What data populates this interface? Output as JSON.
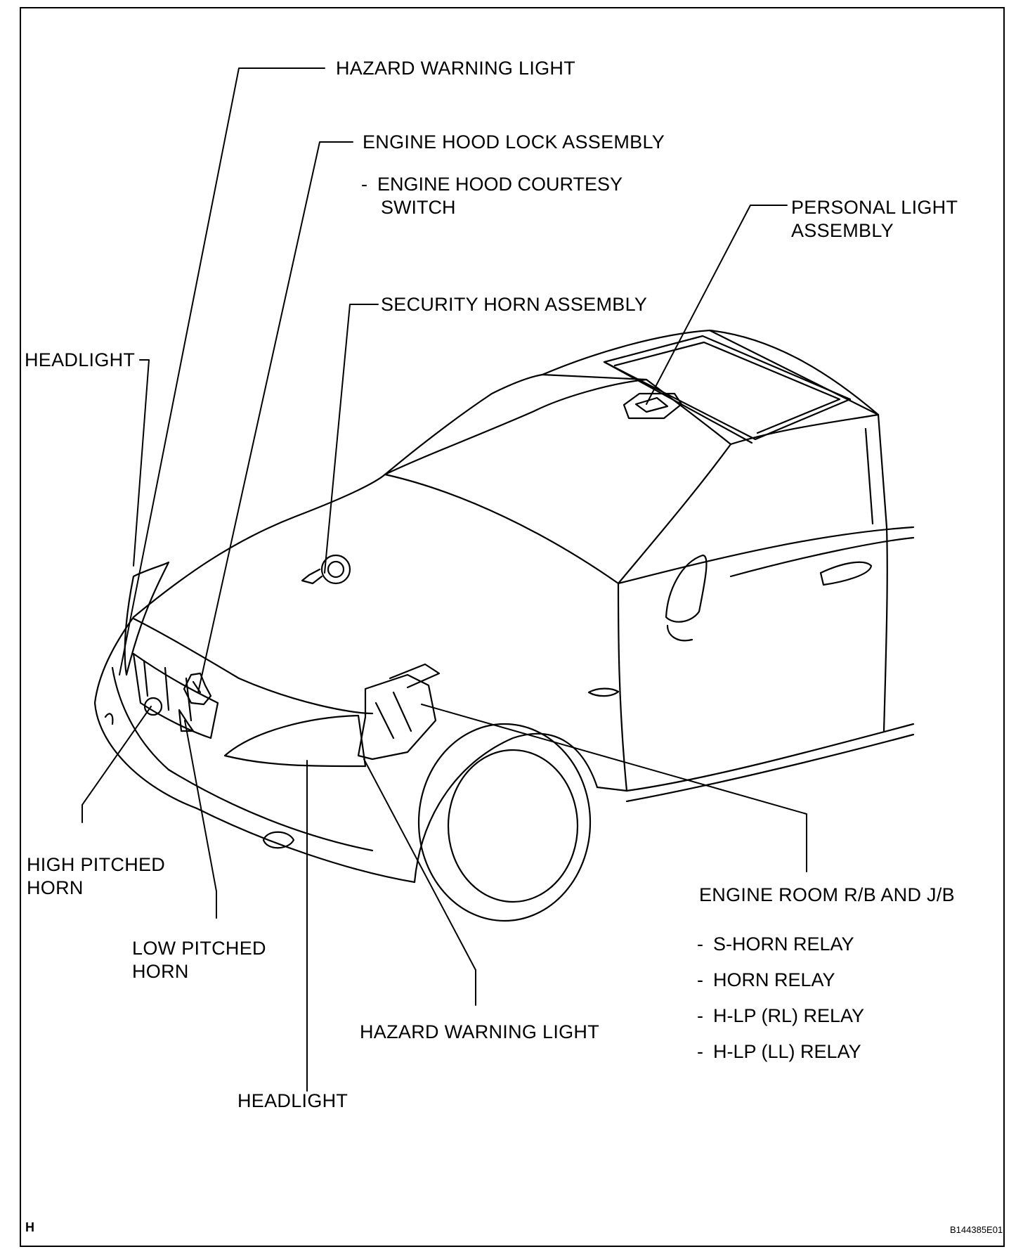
{
  "labels": {
    "hazard_top": "HAZARD WARNING LIGHT",
    "hood_lock": "ENGINE HOOD LOCK ASSEMBLY",
    "hood_courtesy_line1": "ENGINE HOOD COURTESY",
    "hood_courtesy_line2": "SWITCH",
    "personal_light_line1": "PERSONAL LIGHT",
    "personal_light_line2": "ASSEMBLY",
    "security_horn": "SECURITY HORN ASSEMBLY",
    "headlight_left": "HEADLIGHT",
    "high_horn_line1": "HIGH PITCHED",
    "high_horn_line2": "HORN",
    "low_horn_line1": "LOW PITCHED",
    "low_horn_line2": "HORN",
    "engine_room": "ENGINE ROOM R/B AND J/B",
    "relays": [
      "S-HORN RELAY",
      "HORN RELAY",
      "H-LP (RL) RELAY",
      "H-LP (LL) RELAY"
    ],
    "hazard_bottom": "HAZARD WARNING LIGHT",
    "headlight_bottom": "HEADLIGHT",
    "corner_left": "H",
    "corner_right": "B144385E01"
  }
}
